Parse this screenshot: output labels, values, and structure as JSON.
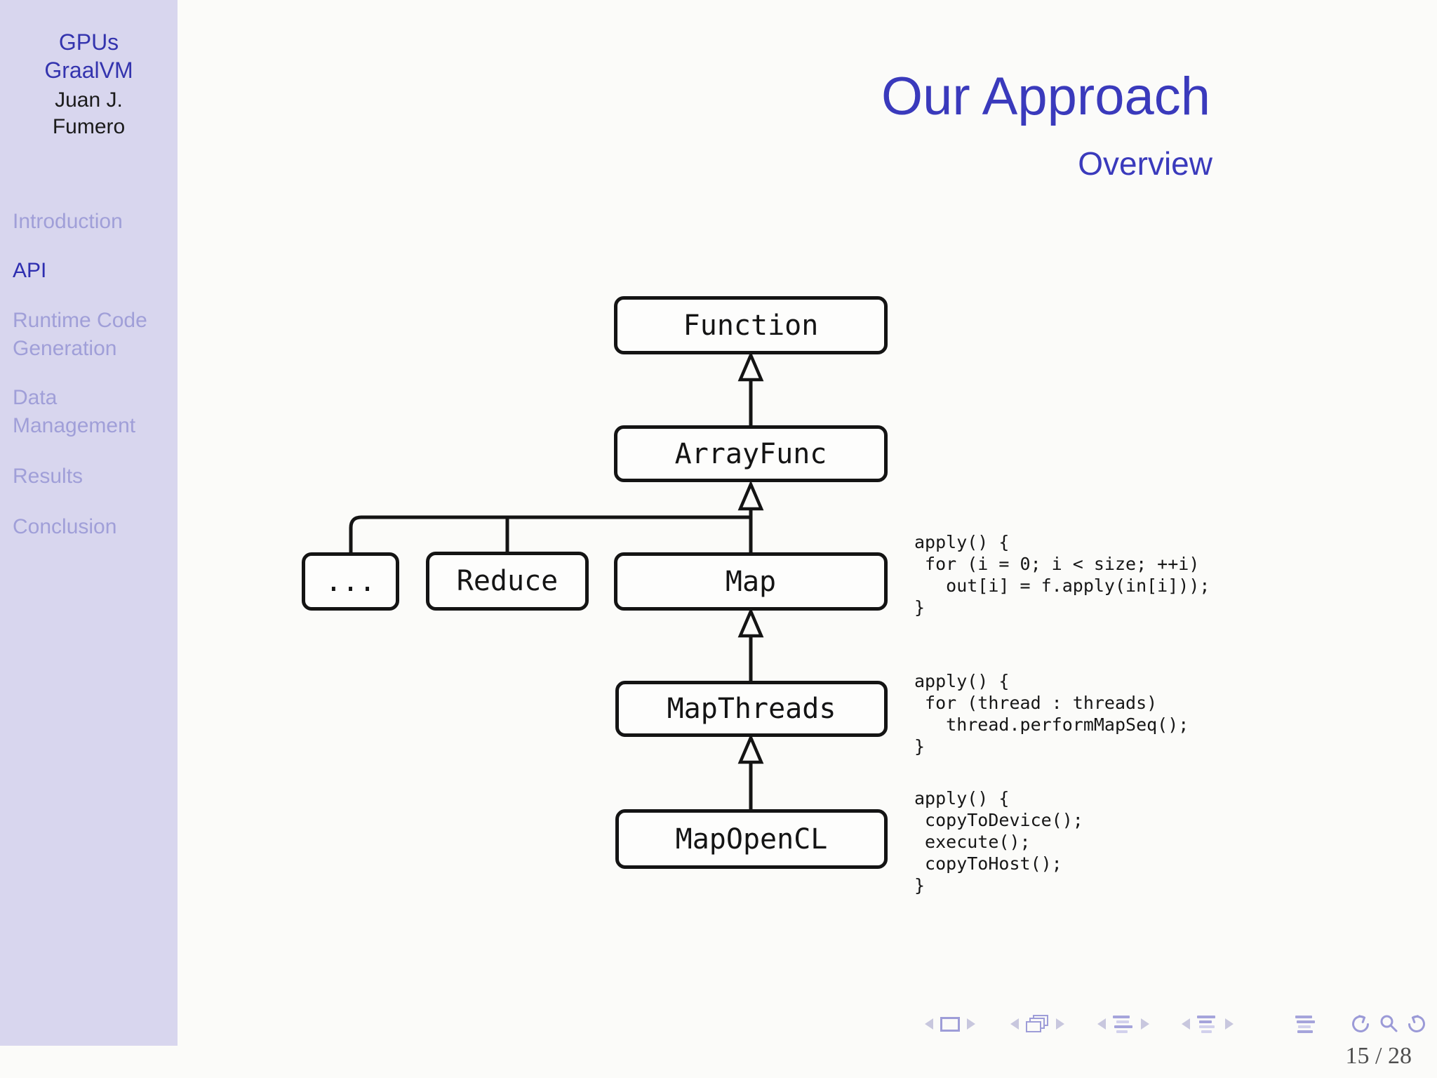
{
  "slide": {
    "title": "Our Approach",
    "subtitle": "Overview",
    "page_number": "15 / 28"
  },
  "theme": {
    "accent_blue": "#3a3abc",
    "sidebar_background": "#d8d6ee",
    "sidebar_inactive": "#a09fd8",
    "sidebar_active": "#2e2eb0",
    "nav_symbol_purple": "#9b9ad7",
    "box_border": "#141414"
  },
  "sidebar": {
    "deck_title_line1": "GPUs",
    "deck_title_line2": "GraalVM",
    "author_line1": "Juan J.",
    "author_line2": "Fumero",
    "items": [
      {
        "label": "Introduction",
        "active": false
      },
      {
        "label": "API",
        "active": true
      },
      {
        "label": "Runtime Code Generation",
        "active": false
      },
      {
        "label": "Data Management",
        "active": false
      },
      {
        "label": "Results",
        "active": false
      },
      {
        "label": "Conclusion",
        "active": false
      }
    ]
  },
  "diagram": {
    "nodes": {
      "function": "Function",
      "arrayfunc": "ArrayFunc",
      "others": "...",
      "reduce": "Reduce",
      "map": "Map",
      "mapthreads": "MapThreads",
      "mapopencl": "MapOpenCL"
    },
    "edges": [
      "ArrayFunc -> Function",
      "... -> ArrayFunc",
      "Reduce -> ArrayFunc",
      "Map -> ArrayFunc",
      "MapThreads -> Map",
      "MapOpenCL -> MapThreads"
    ],
    "code": {
      "map": "apply() {\n for (i = 0; i < size; ++i)\n   out[i] = f.apply(in[i]));\n}",
      "mapthreads": "apply() {\n for (thread : threads)\n   thread.performMapSeq();\n}",
      "mapopencl": "apply() {\n copyToDevice();\n execute();\n copyToHost();\n}"
    }
  },
  "navbar": {
    "icons": [
      "prev-slide-icon",
      "frame-icon",
      "next-slide-icon",
      "prev-frame-icon",
      "frame-stack-icon",
      "next-frame-icon",
      "prev-subsection-icon",
      "subsection-toc-icon",
      "next-subsection-icon",
      "prev-section-icon",
      "section-toc-icon",
      "next-section-icon",
      "appendix-toc-icon",
      "back-icon",
      "search-icon",
      "forward-icon"
    ]
  }
}
